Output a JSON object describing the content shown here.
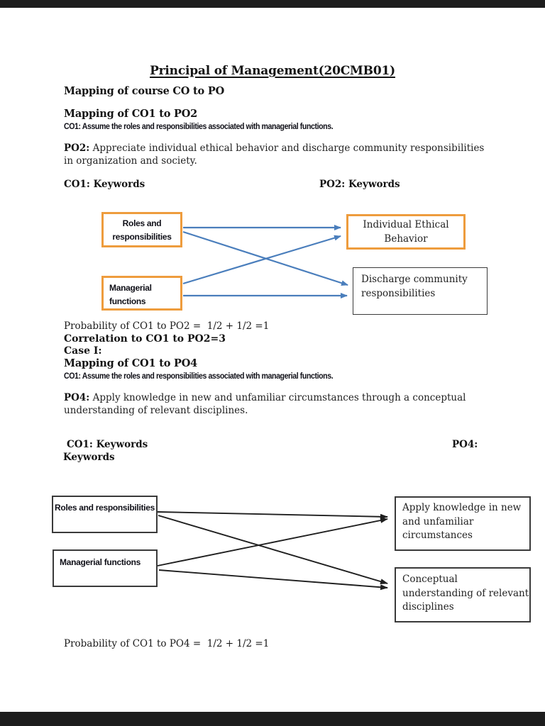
{
  "page": {
    "background": "#ffffff",
    "viewer_band_color": "#1d1d1d"
  },
  "doc": {
    "title": "Principal of Management(20CMB01)",
    "intro_heading": "Mapping of course CO to PO",
    "section1": {
      "heading": "Mapping of CO1 to PO2",
      "co1_line": "CO1: Assume the roles and responsibilities associated with managerial functions.",
      "po2_label": "PO2:",
      "po2_text": " Appreciate individual ethical behavior and discharge community responsibilities\nin organization and society.",
      "left_keywords": "CO1: Keywords",
      "right_keywords": "PO2: Keywords",
      "probability_line": "Probability of CO1 to PO2 =  1/2 + 1/2 =1",
      "correlation_line": "Correlation to CO1 to PO2=3"
    },
    "case_label": "Case I:",
    "section2": {
      "heading": "Mapping of CO1 to PO4",
      "co1_line": "CO1: Assume the roles and responsibilities associated with managerial functions.",
      "po4_label": "PO4:",
      "po4_text": "  Apply knowledge in new and unfamiliar circumstances through a conceptual\nunderstanding of relevant disciplines.",
      "left_keywords": "CO1: Keywords",
      "right_keywords_line1": "PO4:",
      "right_keywords_line2": "Keywords",
      "probability_line": "Probability of CO1 to PO4 =  1/2 + 1/2 =1"
    }
  },
  "diagram1": {
    "accent_color": "#ee9c3d",
    "arrow_color": "#4a7ebc",
    "nodes": {
      "roles": "Roles and responsibilities",
      "managerial": "Managerial functions",
      "individual": "Individual Ethical Behavior",
      "discharge": "Discharge community responsibilities"
    },
    "edges": [
      {
        "from": "Roles and responsibilities",
        "to": "Individual Ethical Behavior"
      },
      {
        "from": "Roles and responsibilities",
        "to": "Discharge community responsibilities"
      },
      {
        "from": "Managerial functions",
        "to": "Individual Ethical Behavior"
      },
      {
        "from": "Managerial functions",
        "to": "Discharge community responsibilities"
      }
    ]
  },
  "diagram2": {
    "border_color": "#3a3a3a",
    "arrow_color": "#1f1f1f",
    "nodes": {
      "roles": "Roles and responsibilities",
      "managerial": "Managerial functions",
      "apply": "Apply knowledge in new and unfamiliar circumstances",
      "conceptual": "Conceptual understanding of relevant disciplines"
    },
    "edges": [
      {
        "from": "Roles and responsibilities",
        "to": "Apply knowledge in new and unfamiliar circumstances"
      },
      {
        "from": "Roles and responsibilities",
        "to": "Conceptual understanding of relevant disciplines"
      },
      {
        "from": "Managerial functions",
        "to": "Apply knowledge in new and unfamiliar circumstances"
      },
      {
        "from": "Managerial functions",
        "to": "Conceptual understanding of relevant disciplines"
      }
    ]
  }
}
